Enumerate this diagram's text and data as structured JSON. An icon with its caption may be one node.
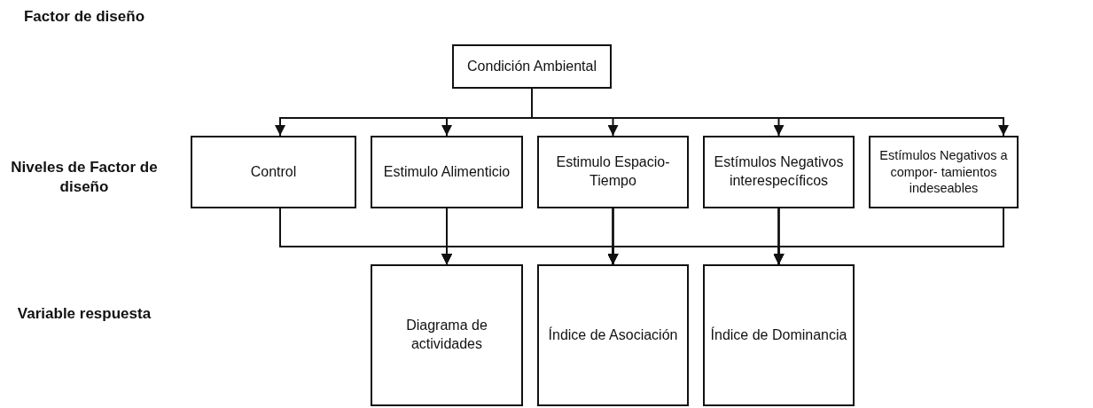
{
  "diagram": {
    "nodes": [
      {
        "text": [
          "Condición Ambiental"
        ]
      },
      {
        "text": [
          "Control"
        ]
      },
      {
        "text": [
          "Estimulo Alimenticio"
        ]
      },
      {
        "text": [
          "Estimulo Espacio-Tiempo"
        ]
      },
      {
        "text": [
          "Estímulos Negativos interespecíficos"
        ]
      },
      {
        "text": [
          "Estímulos Negativos a compor- tamientos indeseables"
        ]
      },
      {
        "text": [
          "Diagrama de actividades"
        ]
      },
      {
        "text": [
          "Índice de Asociación"
        ]
      },
      {
        "text": [
          "Índice de Dominancia"
        ]
      }
    ],
    "edges": [
      {
        "from": 0,
        "to": 1,
        "arrow": "to"
      },
      {
        "from": 0,
        "to": 2,
        "arrow": "to"
      },
      {
        "from": 0,
        "to": 3,
        "arrow": "to"
      },
      {
        "from": 0,
        "to": 4,
        "arrow": "to"
      },
      {
        "from": 0,
        "to": 5,
        "arrow": "to"
      },
      {
        "from": 1,
        "to": 6,
        "arrow": "to"
      },
      {
        "from": 1,
        "to": 7,
        "arrow": "to"
      },
      {
        "from": 1,
        "to": 8,
        "arrow": "to"
      },
      {
        "from": 2,
        "to": 6,
        "arrow": "to"
      },
      {
        "from": 2,
        "to": 7,
        "arrow": "to"
      },
      {
        "from": 2,
        "to": 8,
        "arrow": "to"
      },
      {
        "from": 3,
        "to": 6,
        "arrow": "to"
      },
      {
        "from": 3,
        "to": 7,
        "arrow": "to"
      },
      {
        "from": 3,
        "to": 8,
        "arrow": "to"
      },
      {
        "from": 4,
        "to": 6,
        "arrow": "to"
      },
      {
        "from": 4,
        "to": 7,
        "arrow": "to"
      },
      {
        "from": 4,
        "to": 8,
        "arrow": "to"
      },
      {
        "from": 5,
        "to": 6,
        "arrow": "to"
      },
      {
        "from": 5,
        "to": 7,
        "arrow": "to"
      },
      {
        "from": 5,
        "to": 8,
        "arrow": "to"
      }
    ],
    "labels": [
      "Factor de diseño",
      "Niveles de Factor de diseño",
      "Variable respuesta"
    ]
  }
}
